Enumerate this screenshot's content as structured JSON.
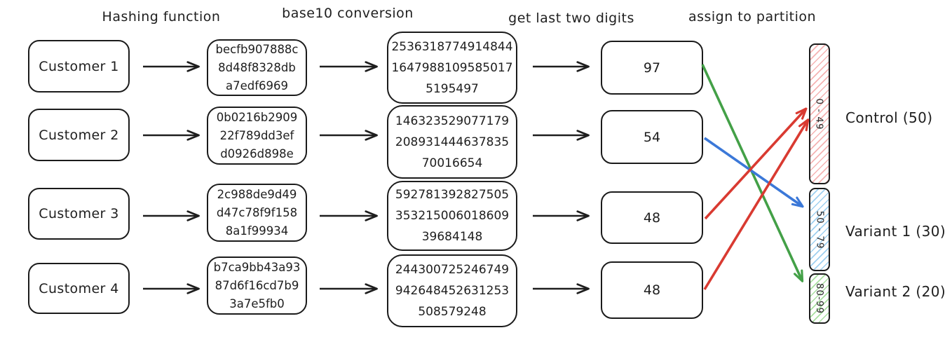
{
  "stage_labels": {
    "hashing": "Hashing function",
    "base10": "base10 conversion",
    "last_two": "get last two digits",
    "assign": "assign to partition"
  },
  "rows": [
    {
      "customer": "Customer 1",
      "hash": "becfb907888c\n8d48f8328db\na7edf6969",
      "base10": "2536318774914844\n1647988109585017\n5195497",
      "last_two_digits": "97",
      "assigned_partition": "Variant 2 (20)"
    },
    {
      "customer": "Customer 2",
      "hash": "0b0216b2909\n22f789dd3ef\nd0926d898e",
      "base10": "146323529077179\n208931444637835\n70016654",
      "last_two_digits": "54",
      "assigned_partition": "Variant 1 (30)"
    },
    {
      "customer": "Customer 3",
      "hash": "2c988de9d49\nd47c78f9f158\n8a1f99934",
      "base10": "592781392827505\n353215006018609\n39684148",
      "last_two_digits": "48",
      "assigned_partition": "Control (50)"
    },
    {
      "customer": "Customer 4",
      "hash": "b7ca9bb43a93\n87d6f16cd7b9\n3a7e5fb0",
      "base10": "244300725246749\n942648452631253\n508579248",
      "last_two_digits": "48",
      "assigned_partition": "Control (50)"
    }
  ],
  "partitions": [
    {
      "range": "0 - 49",
      "label": "Control (50)",
      "hatch_color": "#f5b3b3"
    },
    {
      "range": "50 - 79",
      "label": "Variant 1 (30)",
      "hatch_color": "#9fd0f0"
    },
    {
      "range": "80-99",
      "label": "Variant 2 (20)",
      "hatch_color": "#a8dfa0"
    }
  ],
  "colors": {
    "ink": "#1e1e1e",
    "red": "#d93a31",
    "blue": "#3b78d8",
    "green": "#43a047"
  }
}
